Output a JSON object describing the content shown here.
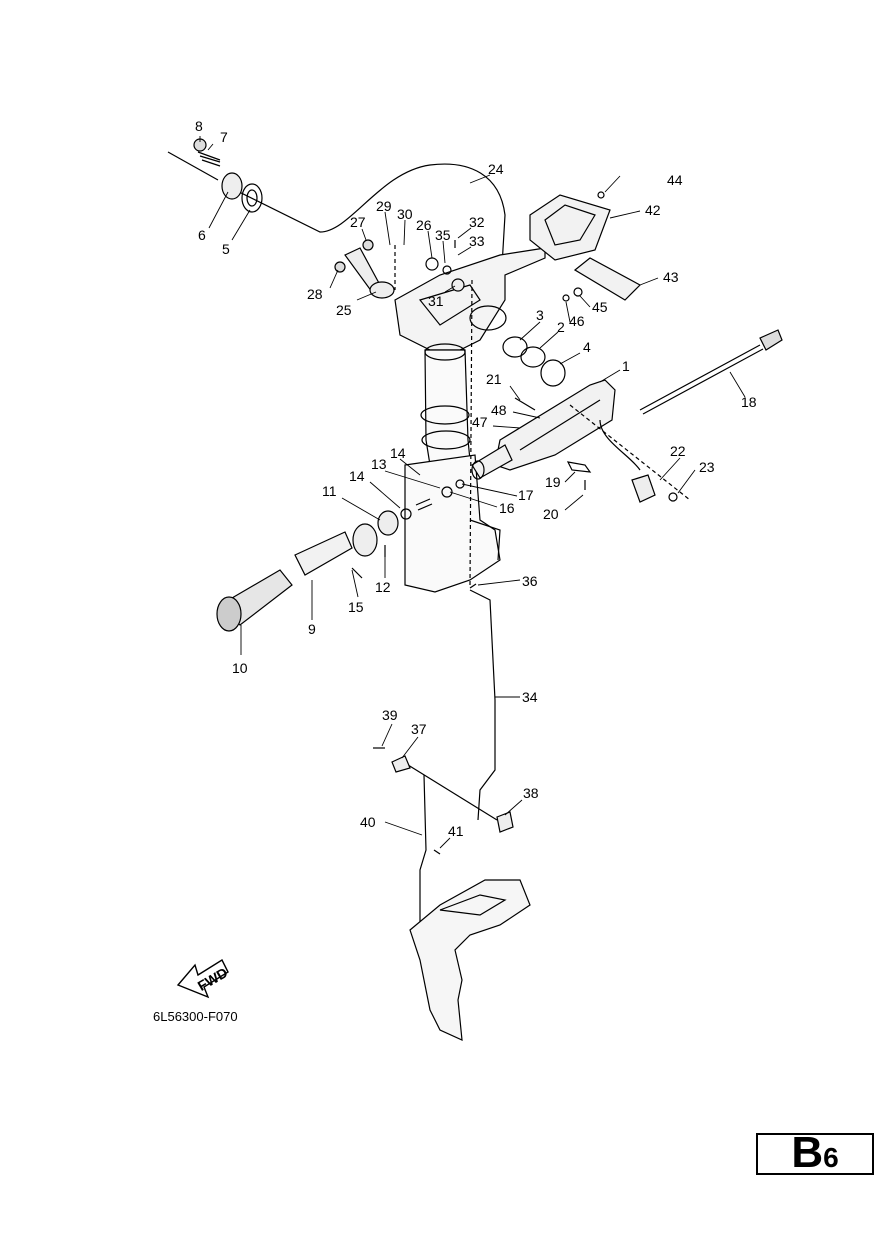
{
  "diagram": {
    "figure_code": "6L56300-F070",
    "fwd_label": "FWD",
    "section": {
      "letter": "B",
      "number": "6"
    },
    "callouts": {
      "c1": "1",
      "c2": "2",
      "c3": "3",
      "c4": "4",
      "c5": "5",
      "c6": "6",
      "c7": "7",
      "c8": "8",
      "c9": "9",
      "c10": "10",
      "c11": "11",
      "c12": "12",
      "c13": "13",
      "c14a": "14",
      "c14b": "14",
      "c15": "15",
      "c16": "16",
      "c17": "17",
      "c18": "18",
      "c19": "19",
      "c20": "20",
      "c21": "21",
      "c22": "22",
      "c23": "23",
      "c24": "24",
      "c25": "25",
      "c26": "26",
      "c27": "27",
      "c28": "28",
      "c29": "29",
      "c30": "30",
      "c31": "31",
      "c32": "32",
      "c33": "33",
      "c34": "34",
      "c35": "35",
      "c36": "36",
      "c37": "37",
      "c38": "38",
      "c39": "39",
      "c40": "40",
      "c41": "41",
      "c42": "42",
      "c43": "43",
      "c44": "44",
      "c45": "45",
      "c46": "46",
      "c47": "47",
      "c48": "48"
    }
  }
}
